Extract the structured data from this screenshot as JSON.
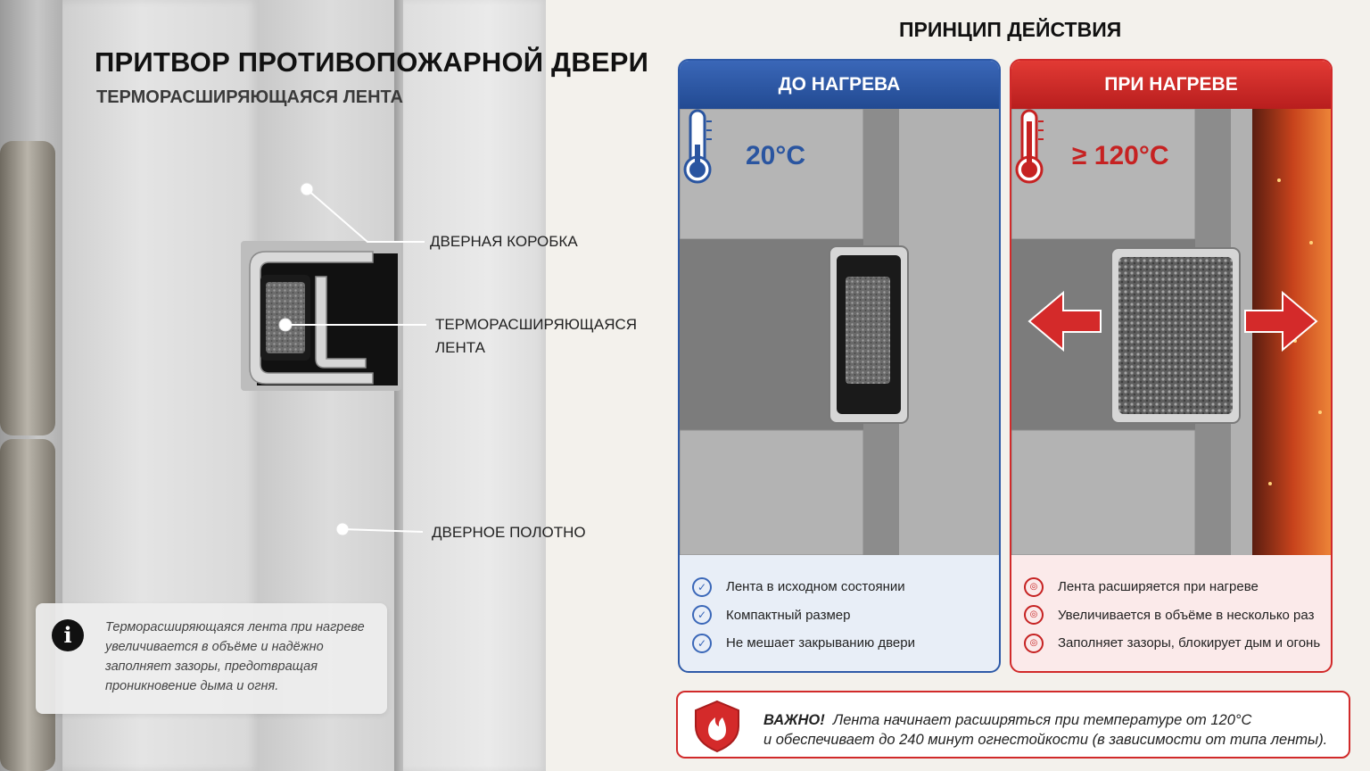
{
  "left": {
    "title": "ПРИТВОР ПРОТИВОПОЖАРНОЙ ДВЕРИ",
    "subtitle": "ТЕРМОРАСШИРЯЮЩАЯСЯ ЛЕНТА",
    "callouts": {
      "frame": "ДВЕРНАЯ КОРОБКА",
      "tape_line1": "ТЕРМОРАСШИРЯЮЩАЯСЯ",
      "tape_line2": "ЛЕНТА",
      "leaf": "ДВЕРНОЕ ПОЛОТНО"
    },
    "info": {
      "icon": "i",
      "text": "Терморасширяющаяся лента при нагреве увеличивается в объёме и надёжно заполняет зазоры, предотвращая проникновение дыма и огня."
    }
  },
  "principle": {
    "title": "ПРИНЦИП ДЕЙСТВИЯ",
    "before": {
      "header": "ДО НАГРЕВА",
      "temperature": "20°C",
      "items": [
        "Лента в исходном состоянии",
        "Компактный размер",
        "Не мешает закрыванию двери"
      ],
      "icon_glyph": "✓",
      "color": "#2e5aa8"
    },
    "after": {
      "header": "ПРИ НАГРЕВЕ",
      "temperature": "≥ 120°C",
      "items": [
        "Лента расширяется при нагреве",
        "Увеличивается в объёме в несколько раз",
        "Заполняет зазоры, блокирует дым и огонь"
      ],
      "icon_glyph": "◎",
      "color": "#d12a2a"
    }
  },
  "important": {
    "label": "ВАЖНО!",
    "line1": "Лента начинает расширяться при температуре от 120°C",
    "line2": "и обеспечивает до 240 минут огнестойкости (в зависимости от типа ленты)."
  }
}
